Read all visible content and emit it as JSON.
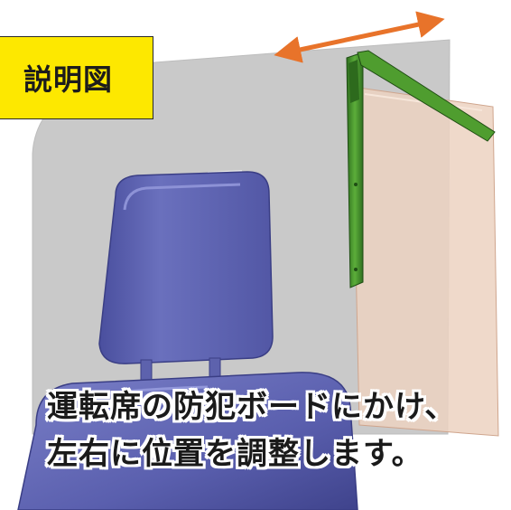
{
  "title": "説明図",
  "caption": {
    "line1": "運転席の防犯ボードにかけ、",
    "line2": "左右に位置を調整します。"
  },
  "colors": {
    "title_background": "#fde800",
    "seat": "#5a5fae",
    "board": "#c7c7c7",
    "bracket": "#3f8f2a",
    "panel": "#e9cbb8",
    "arrow": "#e8732a"
  },
  "icons": {
    "movement_arrow": "double-headed-arrow-icon"
  }
}
